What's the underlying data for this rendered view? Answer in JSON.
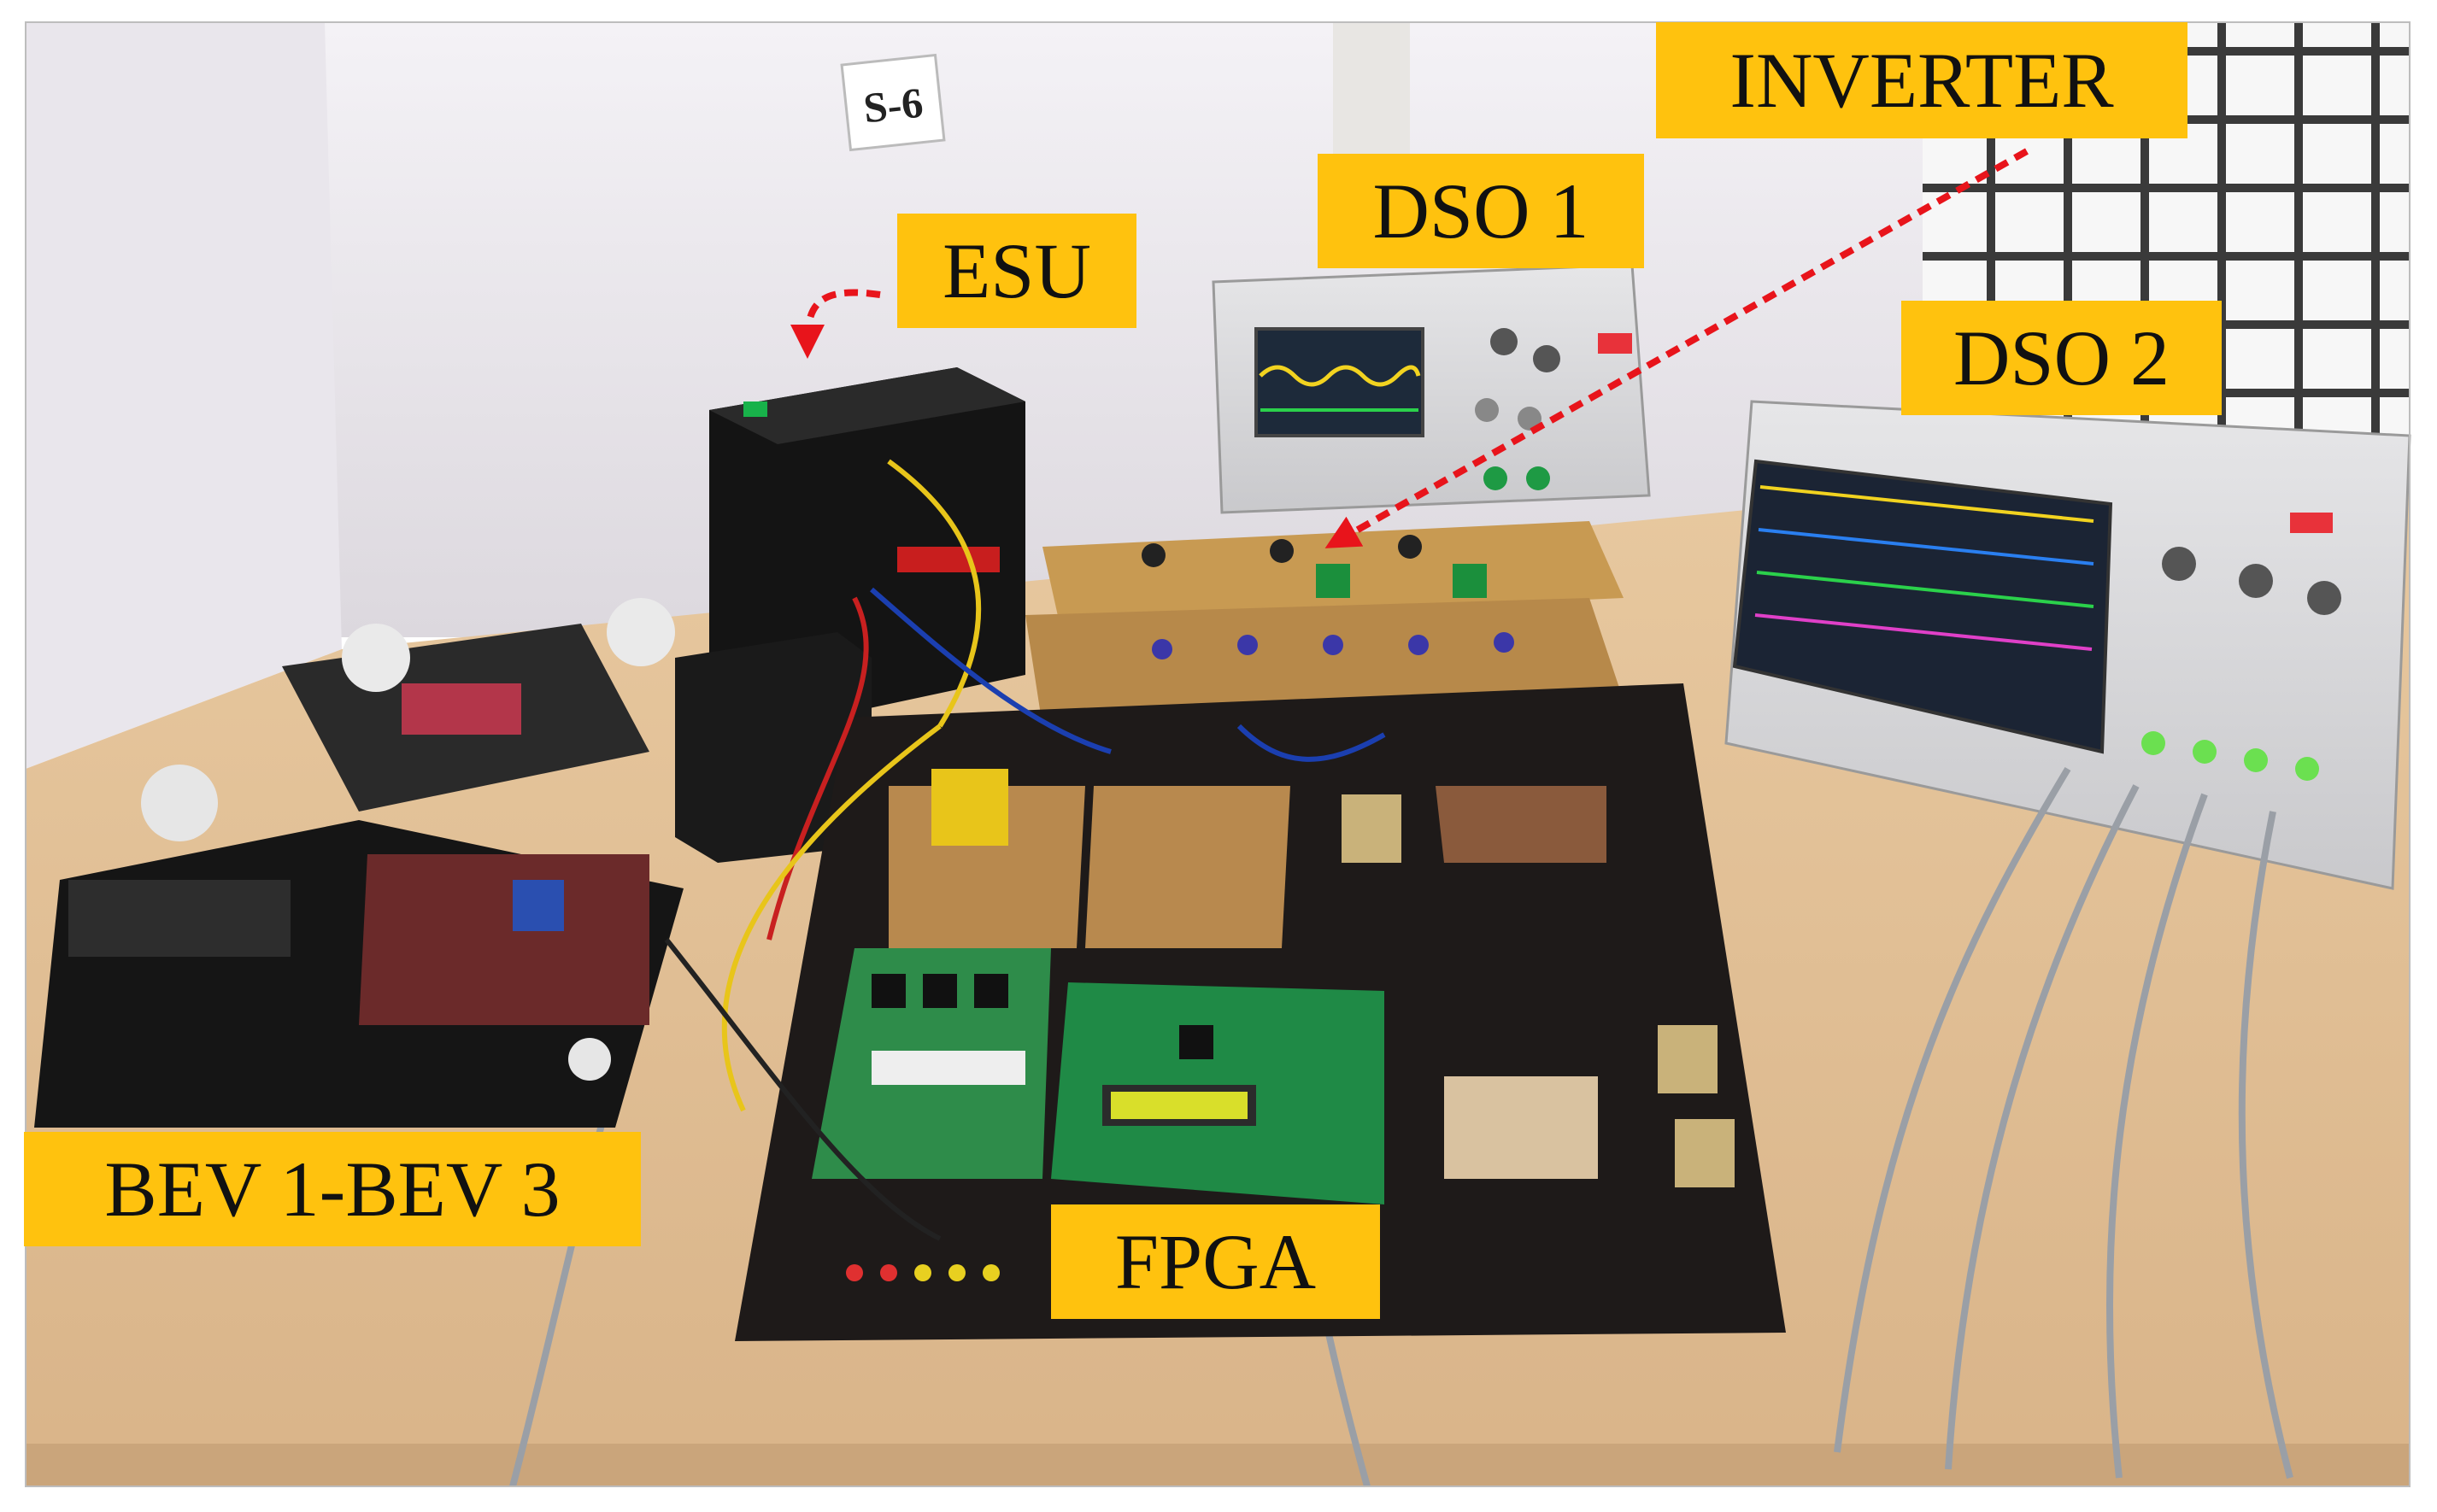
{
  "labels": {
    "inverter": "INVERTER",
    "dso1": "DSO 1",
    "esu": "ESU",
    "dso2": "DSO 2",
    "bev": "BEV 1-BEV 3",
    "fpga": "FPGA",
    "room_sign": "S-6"
  },
  "colors": {
    "label_bg": "#FFC20E",
    "arrow": "#E8141B"
  }
}
